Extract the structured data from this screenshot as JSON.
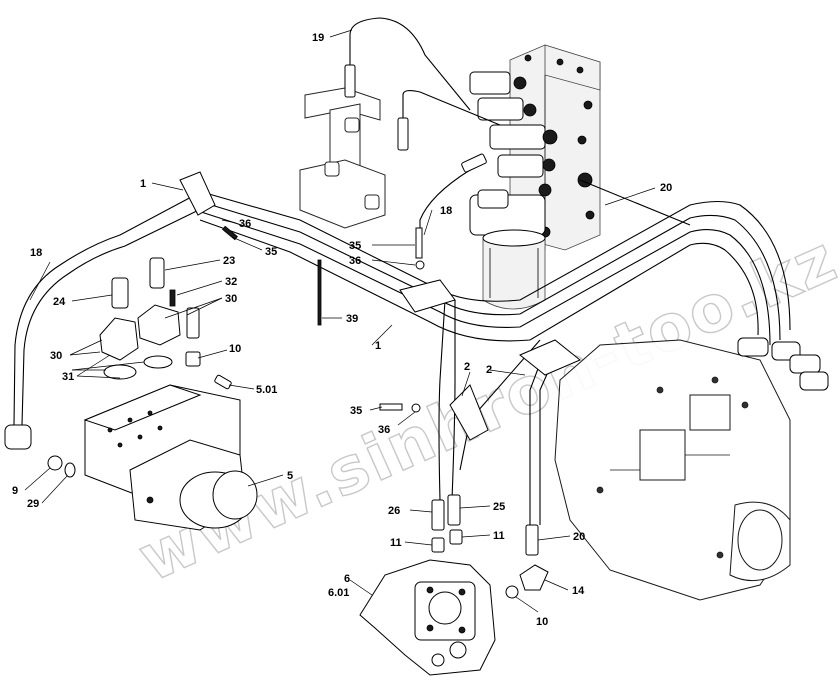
{
  "diagram": {
    "corner_mark": "",
    "watermark": "www.sinhron-too.kz",
    "callouts": [
      {
        "id": "c19",
        "text": "19"
      },
      {
        "id": "c1a",
        "text": "1"
      },
      {
        "id": "c20a",
        "text": "20"
      },
      {
        "id": "c18a",
        "text": "18"
      },
      {
        "id": "c18b",
        "text": "18"
      },
      {
        "id": "c36a",
        "text": "36"
      },
      {
        "id": "c35a",
        "text": "35"
      },
      {
        "id": "c35b",
        "text": "35"
      },
      {
        "id": "c36b",
        "text": "36"
      },
      {
        "id": "c23",
        "text": "23"
      },
      {
        "id": "c32",
        "text": "32"
      },
      {
        "id": "c24",
        "text": "24"
      },
      {
        "id": "c30a",
        "text": "30"
      },
      {
        "id": "c39",
        "text": "39"
      },
      {
        "id": "c30b",
        "text": "30"
      },
      {
        "id": "c1b",
        "text": "1"
      },
      {
        "id": "c10a",
        "text": "10"
      },
      {
        "id": "c31",
        "text": "31"
      },
      {
        "id": "c501",
        "text": "5.01"
      },
      {
        "id": "c2a",
        "text": "2"
      },
      {
        "id": "c2b",
        "text": "2"
      },
      {
        "id": "c35c",
        "text": "35"
      },
      {
        "id": "c36c",
        "text": "36"
      },
      {
        "id": "c5",
        "text": "5"
      },
      {
        "id": "c9",
        "text": "9"
      },
      {
        "id": "c29",
        "text": "29"
      },
      {
        "id": "c26",
        "text": "26"
      },
      {
        "id": "c25",
        "text": "25"
      },
      {
        "id": "c11a",
        "text": "11"
      },
      {
        "id": "c11b",
        "text": "11"
      },
      {
        "id": "c20b",
        "text": "20"
      },
      {
        "id": "c6",
        "text": "6"
      },
      {
        "id": "c601",
        "text": "6.01"
      },
      {
        "id": "c14",
        "text": "14"
      },
      {
        "id": "c10b",
        "text": "10"
      }
    ]
  }
}
